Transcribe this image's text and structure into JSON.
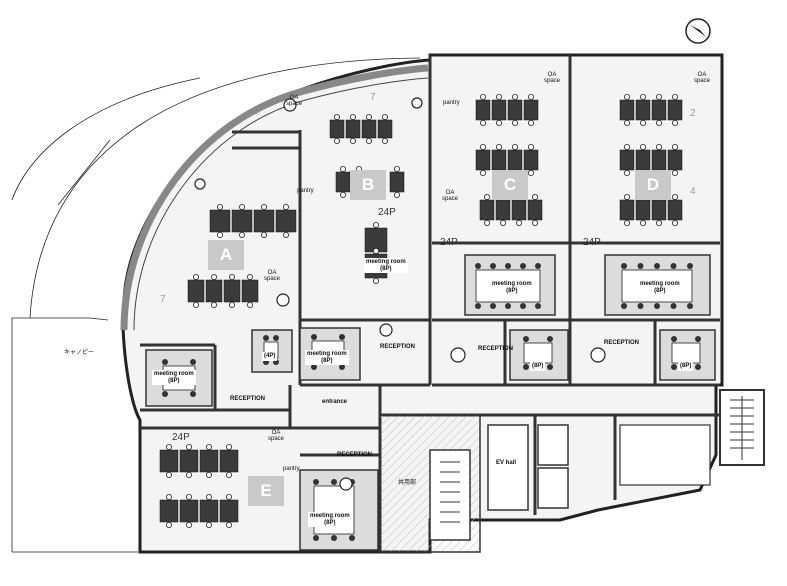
{
  "zones": {
    "a": "A",
    "b": "B",
    "c": "C",
    "d": "D",
    "e": "E"
  },
  "capacities": {
    "b": "24P",
    "c": "24P",
    "d": "24P",
    "e": "24P"
  },
  "rooms": {
    "meeting_b": "meeting room\n(8P)",
    "meeting_a": "meeting room\n(8P)",
    "meeting_left": "meeting room\n(8P)",
    "meeting_c": "meeting room\n(8P)",
    "meeting_d": "meeting room\n(8P)",
    "meeting_e": "meeting room\n(8P)",
    "room_c_small": "(8P)",
    "room_d_small": "(8P)",
    "room_a_small": "(4P)",
    "reception_b": "RECEPTION",
    "reception_a": "RECEPTION",
    "reception_c": "RECEPTION",
    "reception_d": "RECEPTION",
    "reception_e": "RECEPTION",
    "entrance": "entrance",
    "elevator_hall": "EV hall",
    "shared": "共用部",
    "canopy": "キャノピー"
  },
  "labels": {
    "pantry": "pantry",
    "oa_space": "OA\nspace"
  },
  "numbers": {
    "n7": "7",
    "n2": "2",
    "n4": "4"
  }
}
